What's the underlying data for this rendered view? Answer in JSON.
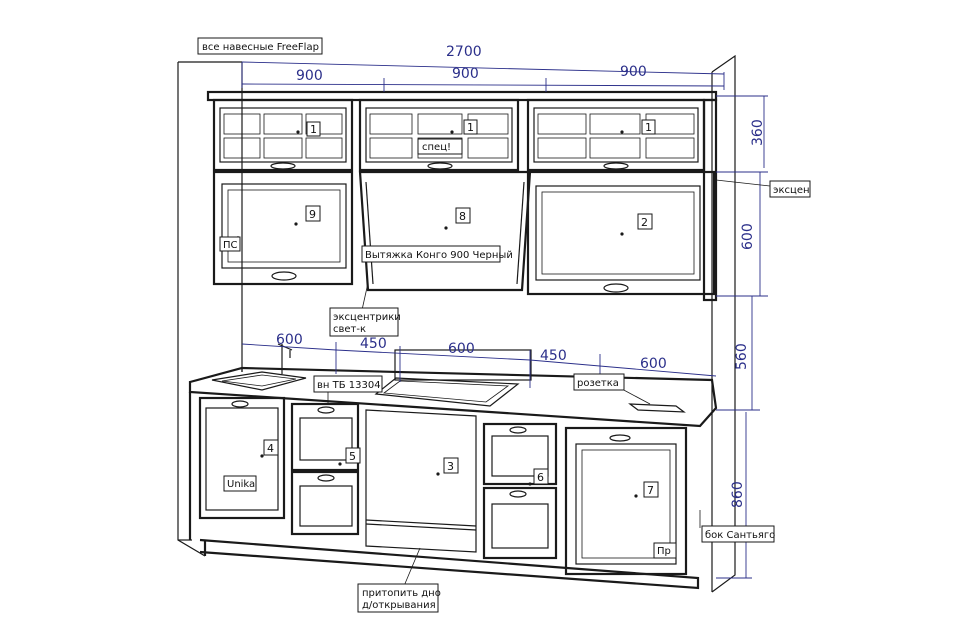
{
  "colors": {
    "line": "#1a1a1a",
    "dimension": "#2b2f8a",
    "background": "#ffffff"
  },
  "dimensions": {
    "overall_width": "2700",
    "top_left": "900",
    "top_middle": "900",
    "top_right": "900",
    "height_top": "360",
    "height_mid": "600",
    "height_gap": "560",
    "height_base": "860",
    "base_sink": "600",
    "base_450_left": "450",
    "base_hob": "600",
    "base_450_right": "450",
    "base_right": "600"
  },
  "labels": {
    "freeflap": "все навесные FreeFlap",
    "spec": "спец!",
    "ps": "ПС",
    "hood": "Вытяжка Конго 900 Черный",
    "eccentric_top": "эксцен",
    "eccentric_light_1": "эксцентрики",
    "eccentric_light_2": "свет-к",
    "vn_tb": "вн ТБ 13304",
    "socket": "розетка",
    "unika": "Unika",
    "pr": "Пр",
    "side_santiago": "бок Сантьяго",
    "bottom_note_1": "притопить дно",
    "bottom_note_2": "д/открывания"
  },
  "module_numbers": {
    "upper_left": "1",
    "upper_middle": "1",
    "upper_right": "1",
    "mid_left": "9",
    "hood": "8",
    "mid_right": "2",
    "base_sink": "4",
    "base_drawers_left": "5",
    "base_dishwasher": "3",
    "base_drawers_right": "6",
    "base_right": "7"
  }
}
